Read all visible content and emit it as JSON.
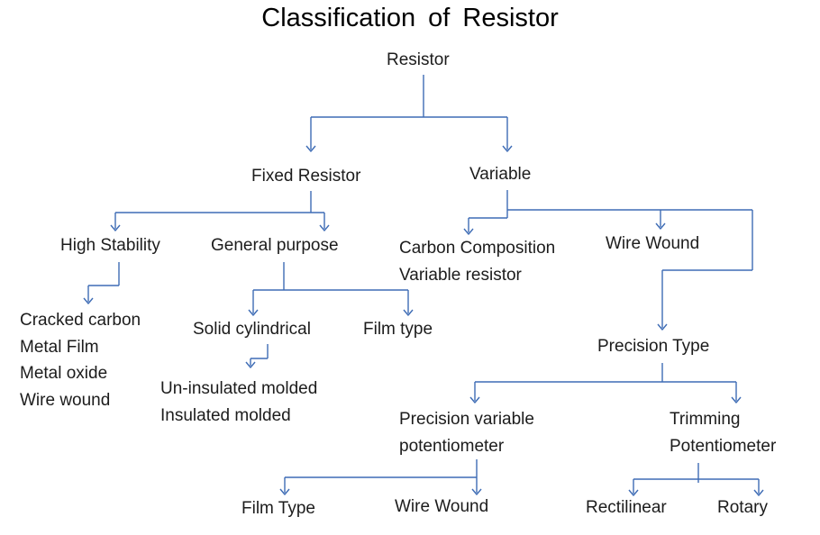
{
  "title": "Classification of Resistor",
  "line_color": "#3e6cb5",
  "text_color": "#1c1c1c",
  "background_color": "#ffffff",
  "nodes": {
    "resistor": "Resistor",
    "fixed_resistor": "Fixed Resistor",
    "variable": "Variable",
    "high_stability": "High Stability",
    "general_purpose": "General purpose",
    "carbon_composition_line1": "Carbon Composition",
    "carbon_composition_line2": "Variable resistor",
    "wire_wound": "Wire Wound",
    "high_stability_types": [
      "Cracked carbon",
      "Metal Film",
      "Metal oxide",
      "Wire wound"
    ],
    "solid_cylindrical": "Solid cylindrical",
    "film_type": "Film type",
    "molded_line1": "Un-insulated molded",
    "molded_line2": "Insulated molded",
    "precision_type": "Precision Type",
    "precision_variable_line1": "Precision variable",
    "precision_variable_line2": "potentiometer",
    "trimming_line1": "Trimming",
    "trimming_line2": "Potentiometer",
    "film_type_bottom": "Film Type",
    "wire_wound_bottom": "Wire Wound",
    "rectilinear": "Rectilinear",
    "rotary": "Rotary"
  }
}
